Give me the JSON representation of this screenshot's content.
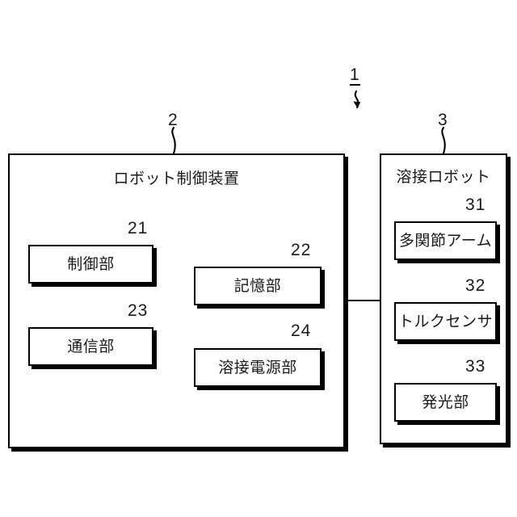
{
  "figure": {
    "system_ref": "1",
    "containers": [
      {
        "ref": "2",
        "title": "ロボット制御装置",
        "units": [
          {
            "ref": "21",
            "label": "制御部"
          },
          {
            "ref": "22",
            "label": "記憶部"
          },
          {
            "ref": "23",
            "label": "通信部"
          },
          {
            "ref": "24",
            "label": "溶接電源部"
          }
        ]
      },
      {
        "ref": "3",
        "title": "溶接ロボット",
        "units": [
          {
            "ref": "31",
            "label": "多関節アーム"
          },
          {
            "ref": "32",
            "label": "トルクセンサ"
          },
          {
            "ref": "33",
            "label": "発光部"
          }
        ]
      }
    ]
  },
  "colors": {
    "stroke": "#000000",
    "background": "#ffffff",
    "text": "#1a1a1a"
  }
}
